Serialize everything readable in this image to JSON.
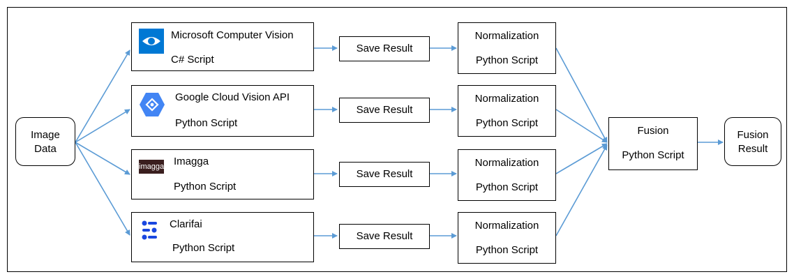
{
  "input": {
    "line1": "Image",
    "line2": "Data"
  },
  "services": [
    {
      "name": "Microsoft Computer Vision",
      "script": "C# Script",
      "icon": "microsoft-eye-icon",
      "color": "#0078d4"
    },
    {
      "name": "Google Cloud Vision API",
      "script": "Python Script",
      "icon": "google-cloud-vision-icon",
      "color": "#4285f4"
    },
    {
      "name": "Imagga",
      "script": "Python Script",
      "icon": "imagga-logo-icon",
      "logo_text": "imagga",
      "color": "#3a1e1e"
    },
    {
      "name": "Clarifai",
      "script": "Python Script",
      "icon": "clarifai-logo-icon",
      "color": "#1a47e0"
    }
  ],
  "save": {
    "label": "Save Result"
  },
  "normalization": {
    "title": "Normalization",
    "script": "Python Script"
  },
  "fusion": {
    "title": "Fusion",
    "script": "Python Script"
  },
  "output": {
    "line1": "Fusion",
    "line2": "Result"
  },
  "arrow_color": "#5b9bd5"
}
